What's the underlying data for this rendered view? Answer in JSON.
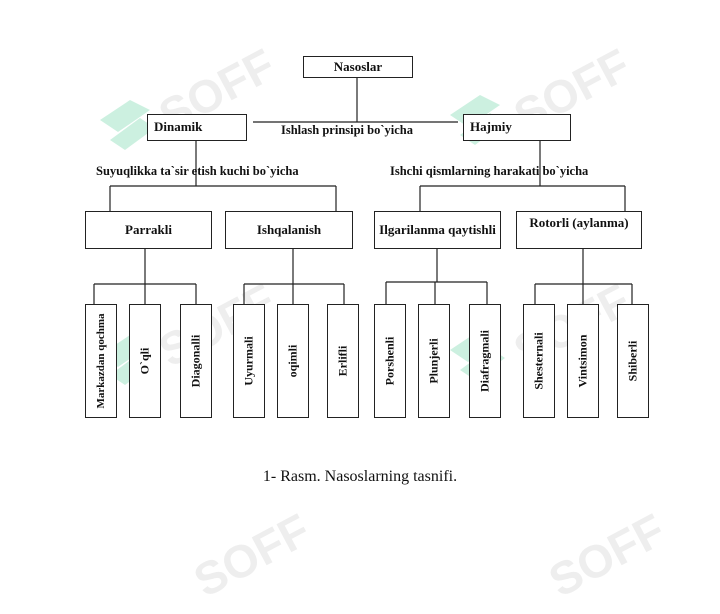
{
  "watermark": {
    "text": "SOFF"
  },
  "diagram": {
    "root": "Nasoslar",
    "level1": {
      "left": "Dinamik",
      "right": "Hajmiy",
      "connector_label": "Ishlash prinsipi bo`yicha"
    },
    "group_labels": {
      "left": "Suyuqlikka ta`sir etish kuchi bo`yicha",
      "right": "Ishchi qismlarning harakati bo`yicha"
    },
    "level2": [
      "Parrakli",
      "Ishqalanish",
      "Ilgarilanma qaytishli",
      "Rotorli (aylanma)"
    ],
    "leaves": {
      "parrakli": [
        "Markazdan qochma",
        "O`qli",
        "Diagonalli"
      ],
      "ishqalanish": [
        "Uyurmali",
        "oqimli",
        "Erlifli"
      ],
      "ilgarilanma": [
        "Porshenli",
        "Plunjerli",
        "Diafragmali"
      ],
      "rotorli": [
        "Shesternali",
        "Vintsimon",
        "Shiberli"
      ]
    }
  },
  "caption": "1- Rasm. Nasoslarning tasnifi."
}
